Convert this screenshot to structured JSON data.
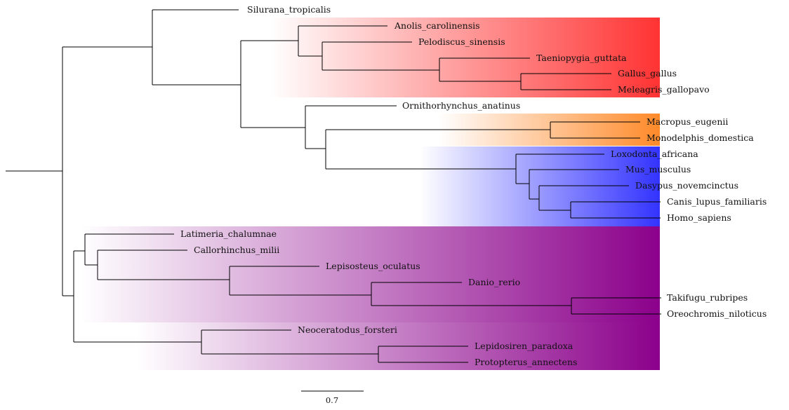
{
  "tree": {
    "leaves": [
      "Silurana_tropicalis",
      "Anolis_carolinensis",
      "Pelodiscus_sinensis",
      "Taeniopygia_guttata",
      "Gallus_gallus",
      "Meleagris_gallopavo",
      "Ornithorhynchus_anatinus",
      "Macropus_eugenii",
      "Monodelphis_domestica",
      "Loxodonta_africana",
      "Mus_musculus",
      "Dasypus_novemcinctus",
      "Canis_lupus_familiaris",
      "Homo_sapiens",
      "Latimeria_chalumnae",
      "Callorhinchus_milii",
      "Lepisosteus_oculatus",
      "Danio_rerio",
      "Takifugu_rubripes",
      "Oreochromis_niloticus",
      "Neoceratodus_forsteri",
      "Lepidosiren_paradoxa",
      "Protopterus_annectens"
    ],
    "clade_colors": {
      "sauropsids": "#ff3333",
      "marsupials": "#ff8a2a",
      "placentals": "#3333ff",
      "fishes": "#8b008b",
      "lungfishes": "#8b008b"
    },
    "scale_bar": {
      "label": "0.7"
    }
  }
}
